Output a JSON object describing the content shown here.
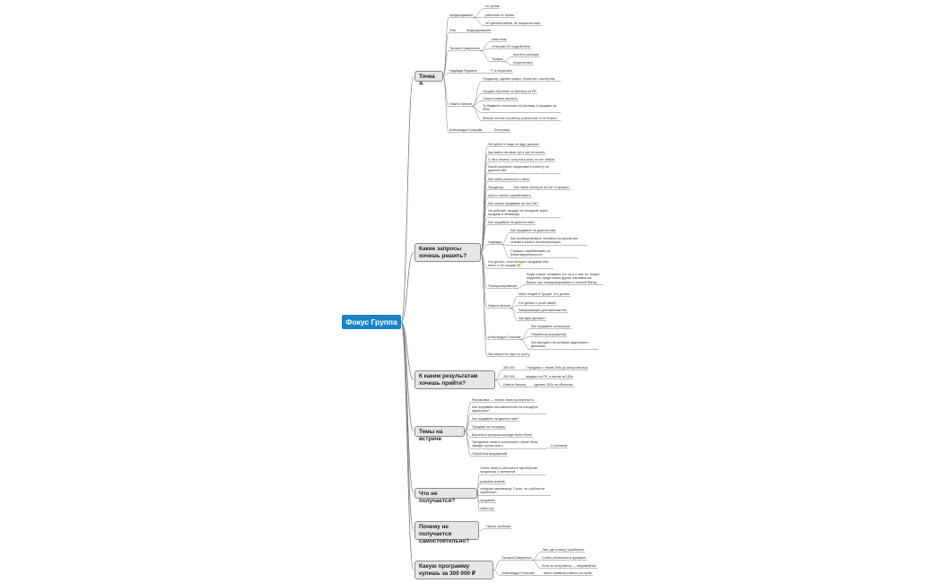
{
  "colors": {
    "root": "#1a84c7",
    "branch_fill": "#e6e6e6",
    "branch_border": "#8c8c8c",
    "line": "#7a7a7a"
  },
  "root": {
    "label": "Фокус Группа"
  },
  "branches": [
    {
      "label": "Точка А",
      "children": [
        {
          "label": "предпродакшен",
          "children": [
            {
              "label": "по нулям"
            },
            {
              "label": "работала по нулям"
            },
            {
              "label": "не сделала вебов, не получила опыт"
            }
          ]
        },
        {
          "label": "Яна",
          "children": [
            {
              "label": "Модерирование"
            }
          ]
        },
        {
          "label": "Татьяна Бовкуненко",
          "children": [
            {
              "label": "пока ноль"
            },
            {
              "label": "телеграм ОН подключена"
            },
            {
              "label": "Трафик",
              "children": [
                {
                  "label": "Контент-реклама"
                },
                {
                  "label": "сторителлинг"
                }
              ]
            }
          ]
        },
        {
          "label": "Надежда Фуркина",
          "children": [
            {
              "label": "Р. в открытиях"
            }
          ]
        },
        {
          "label": "Никита Чинков",
          "children": [
            {
              "label": "Продюсер, сделал запуск, теоретик с экспертом"
            },
            {
              "label": "Продаю обучение по бизнесу на РЕ"
            },
            {
              "label": "Глаза в новые проекты"
            },
            {
              "label": "Ту бюджеты потратили на рекламу, в продаже на 300к"
            },
            {
              "label": "Многие хотели на работу устроиться, а не бизнес"
            }
          ]
        },
        {
          "label": "Александра Голосова",
          "children": [
            {
              "label": "Фотограф"
            }
          ]
        }
      ]
    },
    {
      "label": "Какие запросы хочешь решить?",
      "children": [
        {
          "label": "Нет денег в люди не идут дальше"
        },
        {
          "label": "Как выйти на свою ЦА и где ее искать"
        },
        {
          "label": "С чего начать? хочу есть опыт, но нет вебов"
        },
        {
          "label": "Какой результат представить клиенту на диагностике"
        },
        {
          "label": "Как найти реальность свою"
        },
        {
          "label": "Продюсер",
          "children": [
            {
              "label": "Как найти эксперта за 1м+ и процент"
            }
          ]
        },
        {
          "label": "просто начать зарабатывать"
        },
        {
          "label": "Как начать продавать на чек 15к?"
        },
        {
          "label": "Не работает продаж на холодной через продажи в WhatsApp"
        },
        {
          "label": "Как продавать на диагностике?"
        },
        {
          "label": "Надежда",
          "children": [
            {
              "label": "Как продавать на диагностике"
            },
            {
              "label": "Как сконвертировать человека на просмотре отзыва в запись на консультацию"
            },
            {
              "label": "Страшно зарабатывать на благотворительности"
            }
          ]
        },
        {
          "label": "Что делать, если выгорел продавая тем много и не продаю 🙂"
        },
        {
          "label": "Позиционирование",
          "children": [
            {
              "label": "Когда клиент понимает кто ты и о чем ты. Может выделять среди толпы других наставников. Важен про позиционирование и личный бренд."
            }
          ]
        },
        {
          "label": "Никита Чинков",
          "children": [
            {
              "label": "Мало людей в Турции. Что делать"
            },
            {
              "label": "Что делать с усой тавой?"
            },
            {
              "label": "Завершающее для завоевателя"
            },
            {
              "label": "Как идти дальше?"
            }
          ]
        },
        {
          "label": "Александра Голосова",
          "children": [
            {
              "label": "Как продавать на вопросе"
            },
            {
              "label": "Обработка возражений"
            },
            {
              "label": "Как выходить на целевую аудиторию с деньгами"
            }
          ]
        },
        {
          "label": "Как запустить курс по росту"
        }
      ]
    },
    {
      "label": "К каким результатам хочешь прийти?",
      "children": [
        {
          "label": "300 000",
          "children": [
            {
              "label": "2 продажи с твоим 100к до конца месяца"
            }
          ]
        },
        {
          "label": "300 000",
          "children": [
            {
              "label": "продать на РЕ, а потом за 150к"
            }
          ]
        },
        {
          "label": "Никита Чинков",
          "children": [
            {
              "label": "сделать 300к на обучении"
            }
          ]
        }
      ]
    },
    {
      "label": "Темы на встрече",
      "children": [
        {
          "label": "Распаковка — понять свою экспертность"
        },
        {
          "label": "Как продавать наставничество на холодную аудиторию?"
        },
        {
          "label": "Как продавать на диагностике?"
        },
        {
          "label": "Продажи на холодную"
        },
        {
          "label": "Воронка в актуальном виде через Reels"
        },
        {
          "label": "Трендовые темы в консалтинге, какие темы заводят лучше всего",
          "children": [
            {
              "label": "4 человека"
            }
          ]
        },
        {
          "label": "Обработка возражений"
        }
      ]
    },
    {
      "label": "Что не получается?",
      "children": [
        {
          "label": "Очень тяжело работать в партнерстве продюсеру с экспертом"
        },
        {
          "label": "упаковка знаний"
        },
        {
          "label": "синдром самозванца. Страх, что работа не заработает"
        },
        {
          "label": "продавать"
        },
        {
          "label": "найти ЦА"
        }
      ]
    },
    {
      "label": "Почему не получается самостоятельно?",
      "children": [
        {
          "label": "Нужна пробовка"
        }
      ]
    },
    {
      "label": "Какую программу купишь за 300 000 ₽",
      "children": [
        {
          "label": "Татьяна Бовкуненко",
          "children": [
            {
              "label": "Там, где я смогу заработать"
            },
            {
              "label": "Чтобы объяснили в проверке"
            },
            {
              "label": "Если не получается — направление"
            }
          ]
        },
        {
          "label": "Александра Голосова",
          "children": [
            {
              "label": "много правила и место на нулях"
            }
          ]
        }
      ]
    }
  ]
}
